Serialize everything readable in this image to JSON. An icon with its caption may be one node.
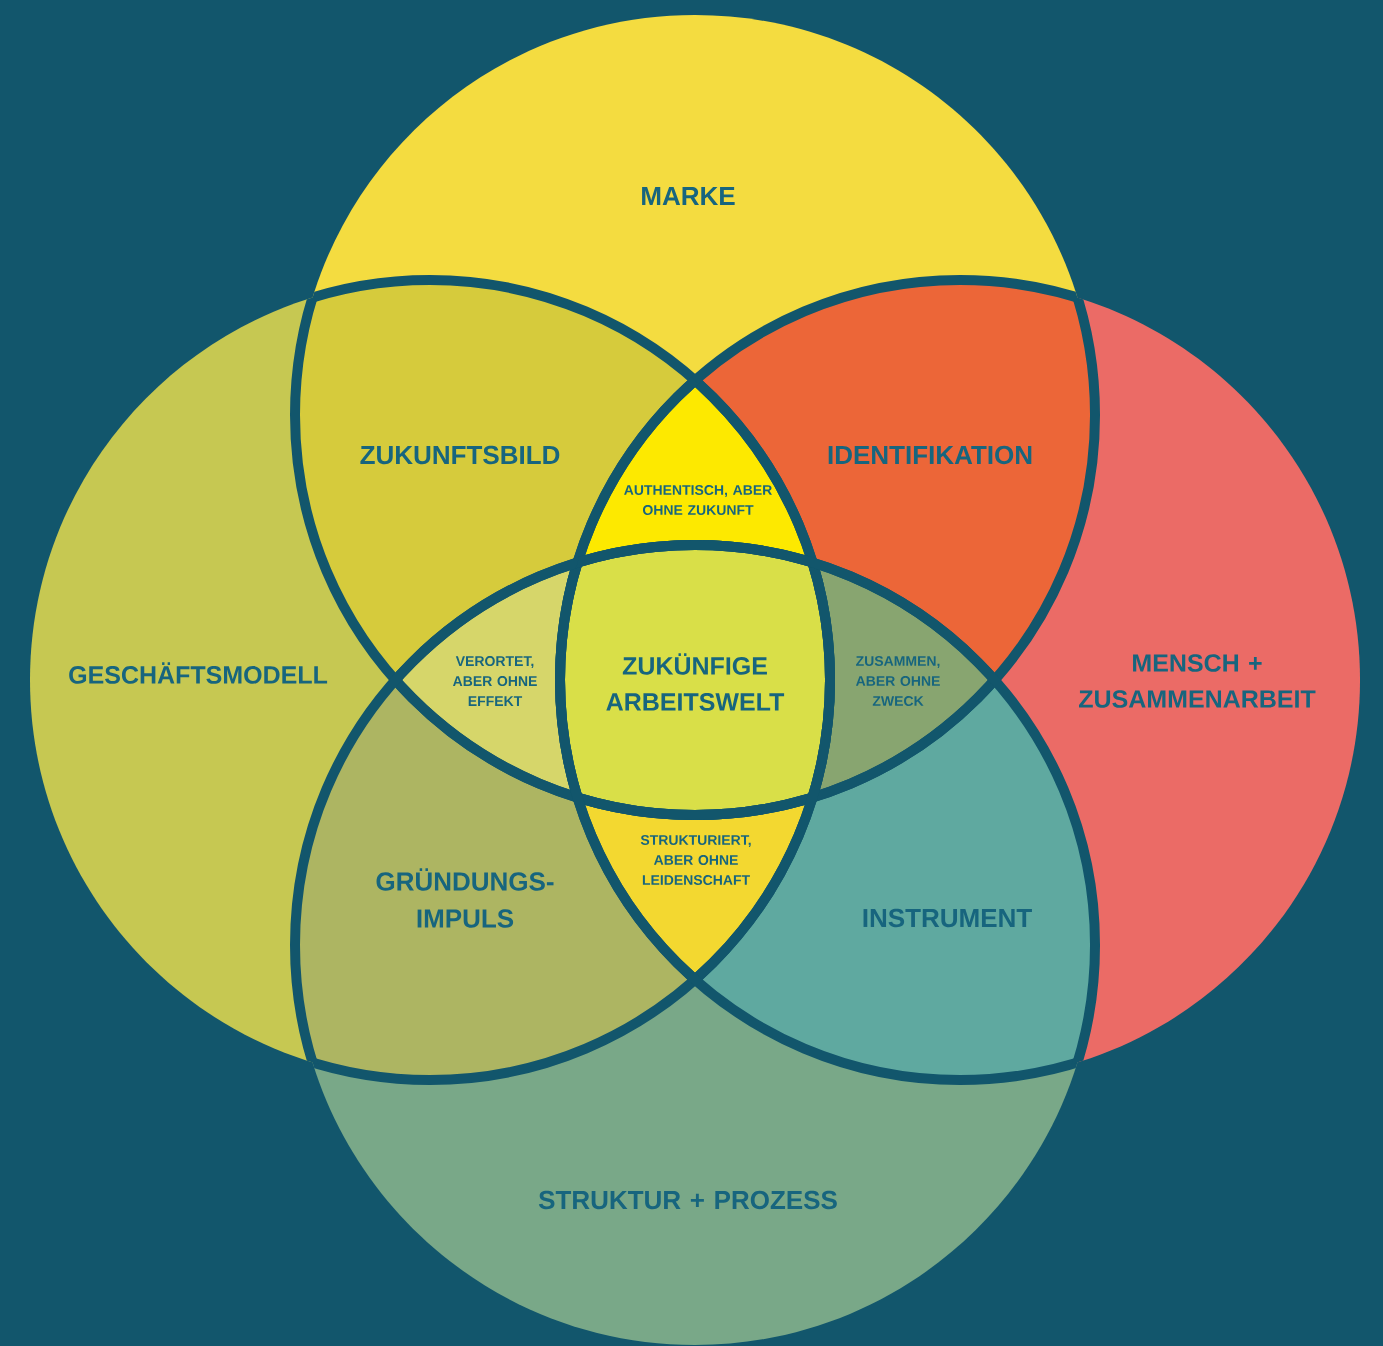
{
  "diagram": {
    "nodes": [
      {
        "text": [
          "MARKE"
        ]
      },
      {
        "text": [
          "ZUKUNFTSBILD"
        ]
      },
      {
        "text": [
          "AUTHENTISCH, ABER OHNE ZUKUNFT"
        ]
      },
      {
        "text": [
          "IDENTIFIKATION"
        ]
      },
      {
        "text": [
          "GESCHÄFTSMODELL"
        ]
      },
      {
        "text": [
          "VERORTET, ABER OHNE EFFEKT"
        ]
      },
      {
        "text": [
          "ZUKÜNFIGE ARBEITSWELT"
        ]
      },
      {
        "text": [
          "ZUSAMMEN, ABER OHNE ZWECK"
        ]
      },
      {
        "text": [
          "MENSCH + ZUSAMMENARBEIT"
        ]
      },
      {
        "text": [
          "GRÜNDUNGS-IMPULS"
        ]
      },
      {
        "text": [
          "STRUKTURIERT, ABER OHNE LEIDENSCHAFT"
        ]
      },
      {
        "text": [
          "INSTRUMENT"
        ]
      },
      {
        "text": [
          "STRUKTUR + PROZESS"
        ]
      }
    ]
  }
}
